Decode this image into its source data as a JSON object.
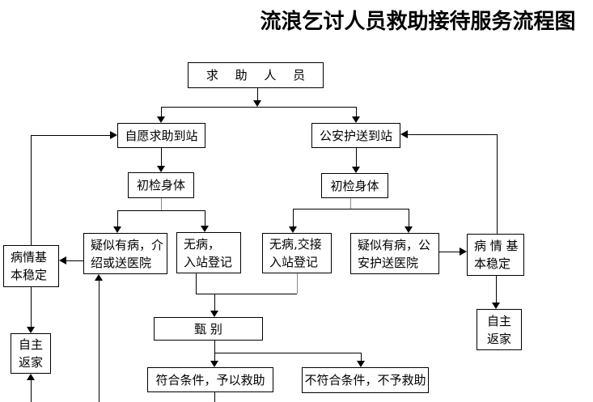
{
  "title": "流浪乞讨人员救助接待服务流程图",
  "nodes": {
    "help_seeker": {
      "label": "求 助 人 员"
    },
    "voluntary_arrival": {
      "label": "自愿求助到站"
    },
    "police_escort": {
      "label": "公安护送到站"
    },
    "body_check_left": {
      "label": "初检身体"
    },
    "body_check_right": {
      "label": "初检身体"
    },
    "suspect_ill_left": {
      "label": "疑似有病，介\n绍或送医院"
    },
    "no_illness_left": {
      "label": "无病，\n入站登记"
    },
    "no_illness_right": {
      "label": "无病,交接\n入站登记"
    },
    "suspect_ill_right": {
      "label": "疑似有病，公\n安护送医院"
    },
    "stable_left": {
      "label": "病情基\n本稳定"
    },
    "stable_right": {
      "label": "病 情 基\n本稳定"
    },
    "return_home_left": {
      "label": "自主\n返家"
    },
    "return_home_right": {
      "label": "自主\n返家"
    },
    "screening": {
      "label": "甄    别"
    },
    "eligible": {
      "label": "符合条件，予以救助"
    },
    "not_eligible": {
      "label": "不符合条件，不予救助"
    }
  },
  "colors": {
    "background": "#ffffff",
    "line": "#000000",
    "box_border": "#000000",
    "text": "#000000"
  }
}
